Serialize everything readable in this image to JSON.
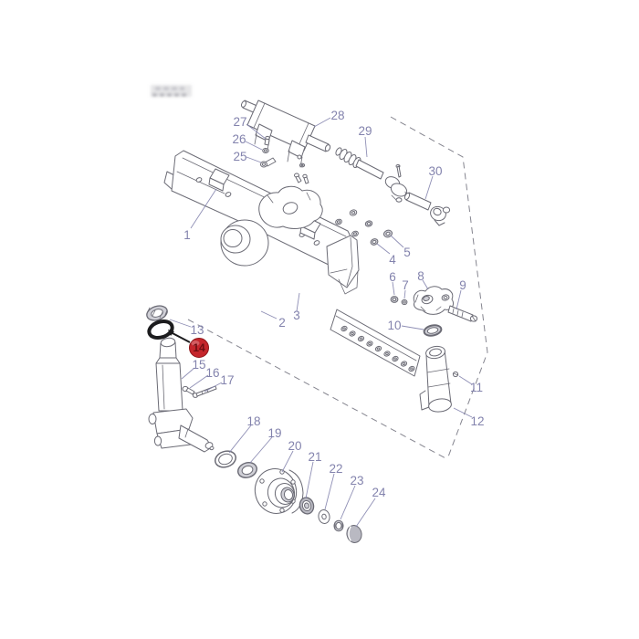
{
  "diagram": {
    "type": "exploded-parts-diagram",
    "highlighted_part": "14",
    "colors": {
      "label": "#8383ad",
      "line": "#6b6b75",
      "highlight": "#c5262c",
      "highlight_text": "#6d0e12",
      "dash": "#85858f",
      "background": "#ffffff"
    }
  },
  "parts": [
    {
      "number": "1"
    },
    {
      "number": "2"
    },
    {
      "number": "3"
    },
    {
      "number": "4"
    },
    {
      "number": "5"
    },
    {
      "number": "6"
    },
    {
      "number": "7"
    },
    {
      "number": "8"
    },
    {
      "number": "9"
    },
    {
      "number": "10"
    },
    {
      "number": "11"
    },
    {
      "number": "12"
    },
    {
      "number": "13"
    },
    {
      "number": "14",
      "highlighted": true
    },
    {
      "number": "15"
    },
    {
      "number": "16"
    },
    {
      "number": "17"
    },
    {
      "number": "18"
    },
    {
      "number": "19"
    },
    {
      "number": "20"
    },
    {
      "number": "21"
    },
    {
      "number": "22"
    },
    {
      "number": "23"
    },
    {
      "number": "24"
    },
    {
      "number": "25"
    },
    {
      "number": "26"
    },
    {
      "number": "27"
    },
    {
      "number": "28"
    },
    {
      "number": "29"
    },
    {
      "number": "30"
    }
  ]
}
